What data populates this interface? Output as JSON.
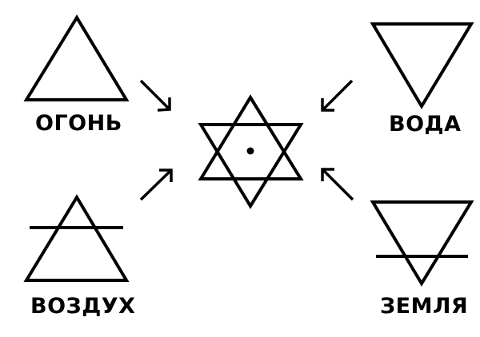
{
  "elements": {
    "fire": {
      "label": "ОГОНЬ"
    },
    "water": {
      "label": "ВОДА"
    },
    "air": {
      "label": "ВОЗДУХ"
    },
    "earth": {
      "label": "ЗЕМЛЯ"
    }
  },
  "colors": {
    "stroke": "#000000",
    "background": "#ffffff"
  },
  "center": {
    "symbol": "hexagram-with-dot"
  }
}
